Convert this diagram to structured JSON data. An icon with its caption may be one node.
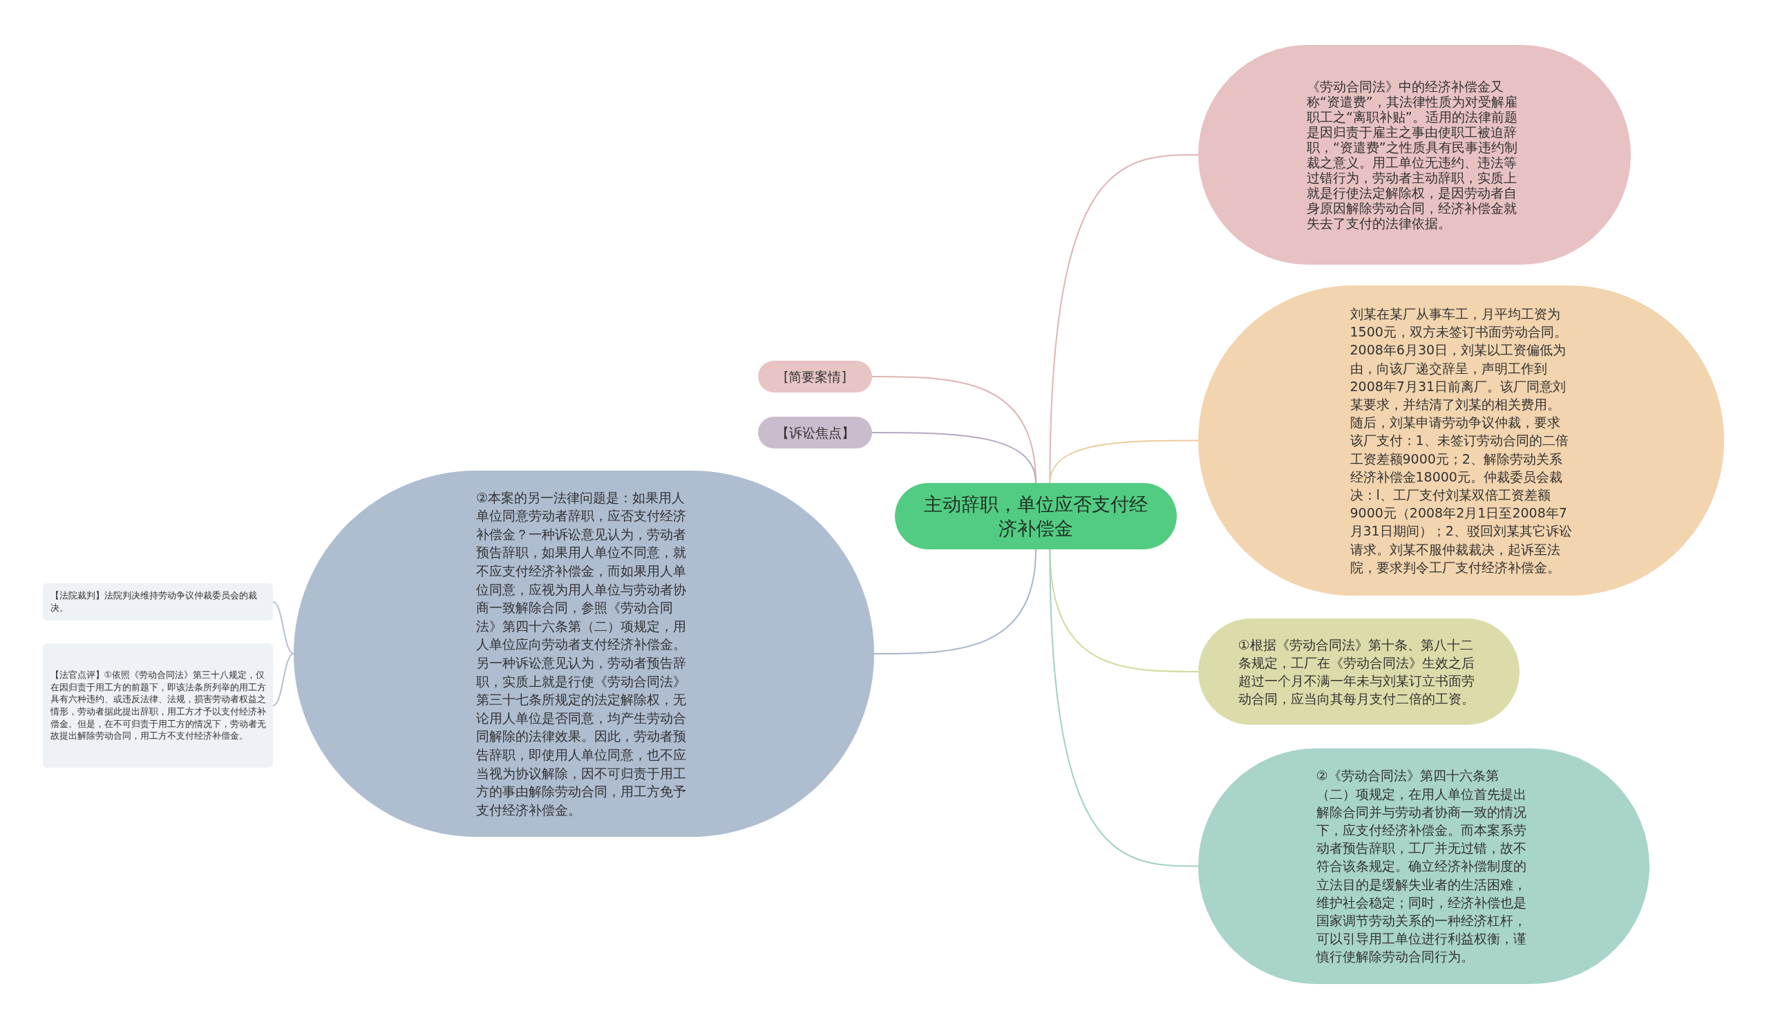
{
  "diagram": {
    "nodes": [
      {
        "text": [
          "主动辞职，单位应否支付经济补偿金"
        ]
      },
      {
        "text": [
          "[简要案情]"
        ]
      },
      {
        "text": [
          "【诉讼焦点】"
        ]
      },
      {
        "text": [
          "②本案的另一法律问题是：如果用人单位同意劳动者辞职，应否支付经济补偿金？一种诉讼意见认为，劳动者预告辞职，如果用人单位不同意，就不应支付经济补偿金，而如果用人单位同意，应视为用人单位与劳动者协商一致解除合同，参照《劳动合同法》第四十六条第（二）项规定，用人单位应向劳动者支付经济补偿金。另一种诉讼意见认为，劳动者预告辞职，实质上就是行使《劳动合同法》第三十七条所规定的法定解除权，无论用人单位是否同意，均产生劳动合同解除的法律效果。因此，劳动者预告辞职，即使用人单位同意，也不应当视为协议解除，因不可归责于用工方的事由解除劳动合同，用工方免予支付经济补偿金。"
        ]
      },
      {
        "text": [
          "【法院裁判】法院判决维持劳动争议仲裁委员会的裁决。"
        ]
      },
      {
        "text": [
          "【法官点评】①依照《劳动合同法》第三十八规定，仅在因归责于用工方的前题下，即该法条所列举的用工方具有六种违约、或违反法律、法规，损害劳动者权益之情形，劳动者据此提出辞职，用工方才予以支付经济补偿金。但是，在不可归责于用工方的情况下，劳动者无故提出解除劳动合同，用工方不支付经济补偿金。"
        ]
      },
      {
        "text": [
          "《劳动合同法》中的经济补偿金又称“资遣费”，其法律性质为对受解雇职工之“离职补贴”。适用的法律前题是因归责于雇主之事由使职工被迫辞职，“资遣费”之性质具有民事违约制裁之意义。用工单位无违约、违法等过错行为，劳动者主动辞职，实质上就是行使法定解除权，是因劳动者自身原因解除劳动合同，经济补偿金就失去了支付的法律依据。"
        ]
      },
      {
        "text": [
          "刘某在某厂从事车工，月平均工资为1500元，双方未签订书面劳动合同。2008年6月30日，刘某以工资偏低为由，向该厂递交辞呈，声明工作到2008年7月31日前离厂。该厂同意刘某要求，并结清了刘某的相关费用。随后，刘某申请劳动争议仲裁，要求该厂支付：1、未签订劳动合同的二倍工资差额9000元；2、解除劳动关系经济补偿金18000元。仲裁委员会裁决：l、工厂支付刘某双倍工资差额9000元（2008年2月1日至2008年7月31日期间）；2、驳回刘某其它诉讼请求。刘某不服仲裁裁决，起诉至法院，要求判令工厂支付经济补偿金。"
        ]
      },
      {
        "text": [
          "①根据《劳动合同法》第十条、第八十二条规定，工厂在《劳动合同法》生效之后超过一个月不满一年未与刘某订立书面劳动合同，应当向其每月支付二倍的工资。"
        ]
      },
      {
        "text": [
          "②《劳动合同法》第四十六条第（二）项规定，在用人单位首先提出解除合同并与劳动者协商一致的情况下，应支付经济补偿金。而本案系劳动者预告辞职，工厂并无过错，故不符合该条规定。确立经济补偿制度的立法目的是缓解失业者的生活困难，维护社会稳定；同时，经济补偿也是国家调节劳动关系的一种经济杠杆，可以引导用工单位进行利益权衡，谨慎行使解除劳动合同行为。"
        ]
      }
    ],
    "edges": [
      {
        "from": 0,
        "to": 1,
        "arrow": "none",
        "color": "#e0b4b4"
      },
      {
        "from": 0,
        "to": 2,
        "arrow": "none",
        "color": "#b4a6c0"
      },
      {
        "from": 0,
        "to": 3,
        "arrow": "none",
        "color": "#a6b6ca"
      },
      {
        "from": 3,
        "to": 4,
        "arrow": "none",
        "color": "#b4c0d0"
      },
      {
        "from": 3,
        "to": 5,
        "arrow": "none",
        "color": "#b4c0d0"
      },
      {
        "from": 0,
        "to": 6,
        "arrow": "none",
        "color": "#e0b4b4"
      },
      {
        "from": 0,
        "to": 7,
        "arrow": "none",
        "color": "#eccb9e"
      },
      {
        "from": 0,
        "to": 8,
        "arrow": "none",
        "color": "#d4d89a"
      },
      {
        "from": 0,
        "to": 9,
        "arrow": "none",
        "color": "#a0d0c2"
      }
    ]
  }
}
